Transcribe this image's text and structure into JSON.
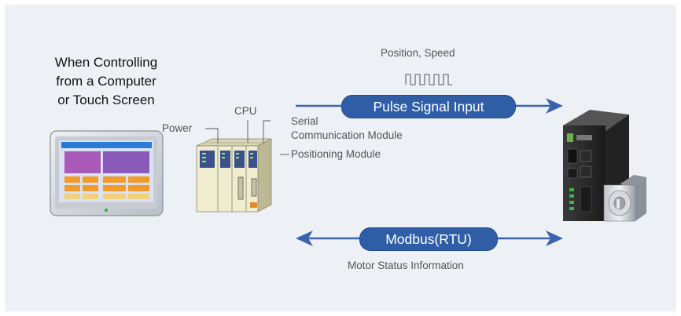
{
  "heading": {
    "line1": "When Controlling",
    "line2": "from a Computer",
    "line3": "or Touch Screen"
  },
  "plc": {
    "power_label": "Power",
    "cpu_label": "CPU",
    "serial_label_line1": "Serial",
    "serial_label_line2": "Communication Module",
    "positioning_label": "Positioning Module"
  },
  "signals": {
    "pulse_caption": "Position, Speed",
    "pulse_label": "Pulse Signal Input",
    "modbus_label": "Modbus(RTU)",
    "modbus_caption": "Motor Status Information"
  },
  "colors": {
    "panel": "#edf0f5",
    "accent": "#2f5ea7",
    "arrow": "#3b63ad"
  },
  "icons": [
    "touch-screen-icon",
    "plc-icon",
    "pulse-wave-icon",
    "motor-driver-icon",
    "stepping-motor-icon"
  ]
}
